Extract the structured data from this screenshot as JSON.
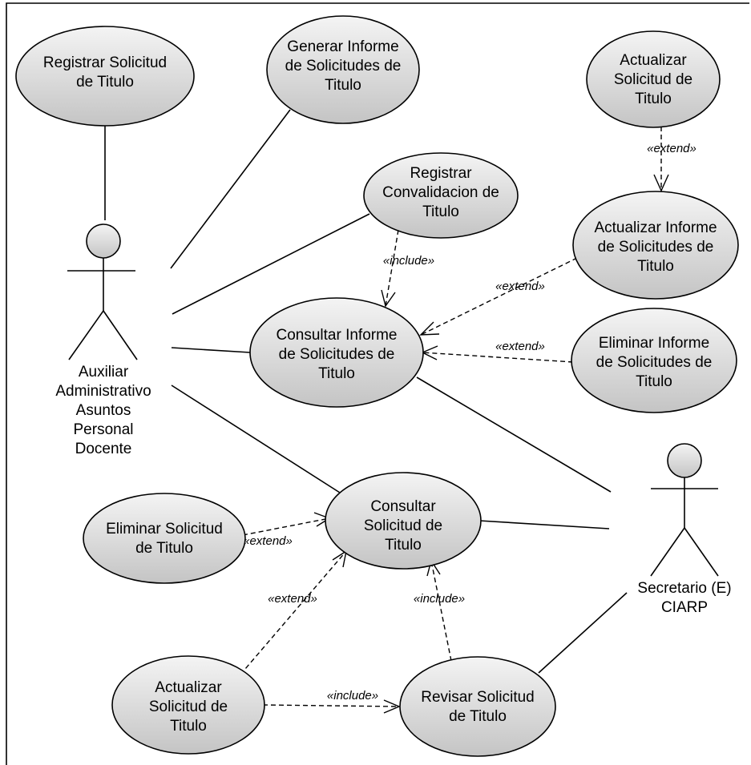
{
  "colors": {
    "ellipse_fill_top": "#f4f4f4",
    "ellipse_fill_bottom": "#c4c4c4",
    "stroke": "#000000",
    "background": "#ffffff"
  },
  "actors": {
    "auxiliar": [
      "Auxiliar",
      "Administrativo",
      "Asuntos",
      "Personal",
      "Docente"
    ],
    "secretario": [
      "Secretario (E)",
      "CIARP"
    ]
  },
  "use_cases": {
    "registrar_solicitud": [
      "Registrar Solicitud",
      "de Titulo"
    ],
    "generar_informe": [
      "Generar Informe",
      "de Solicitudes de",
      "Titulo"
    ],
    "actualizar_solicitud_top": [
      "Actualizar",
      "Solicitud de",
      "Titulo"
    ],
    "registrar_convalidacion": [
      "Registrar",
      "Convalidacion de",
      "Titulo"
    ],
    "actualizar_informe": [
      "Actualizar Informe",
      "de Solicitudes de",
      "Titulo"
    ],
    "consultar_informe": [
      "Consultar Informe",
      "de Solicitudes de",
      "Titulo"
    ],
    "eliminar_informe": [
      "Eliminar Informe",
      "de Solicitudes de",
      "Titulo"
    ],
    "consultar_solicitud": [
      "Consultar",
      "Solicitud de",
      "Titulo"
    ],
    "eliminar_solicitud": [
      "Eliminar Solicitud",
      "de Titulo"
    ],
    "actualizar_solicitud_bottom": [
      "Actualizar",
      "Solicitud de",
      "Titulo"
    ],
    "revisar_solicitud": [
      "Revisar Solicitud",
      "de Titulo"
    ]
  },
  "stereotypes": {
    "extend_top": "«extend»",
    "include_convalidacion": "«include»",
    "extend_actualizar_informe": "«extend»",
    "extend_eliminar_informe": "«extend»",
    "extend_eliminar_solicitud": "«extend»",
    "extend_actualizar_solicitud": "«extend»",
    "include_revisar_consultar": "«include»",
    "include_actualizar_revisar": "«include»"
  }
}
